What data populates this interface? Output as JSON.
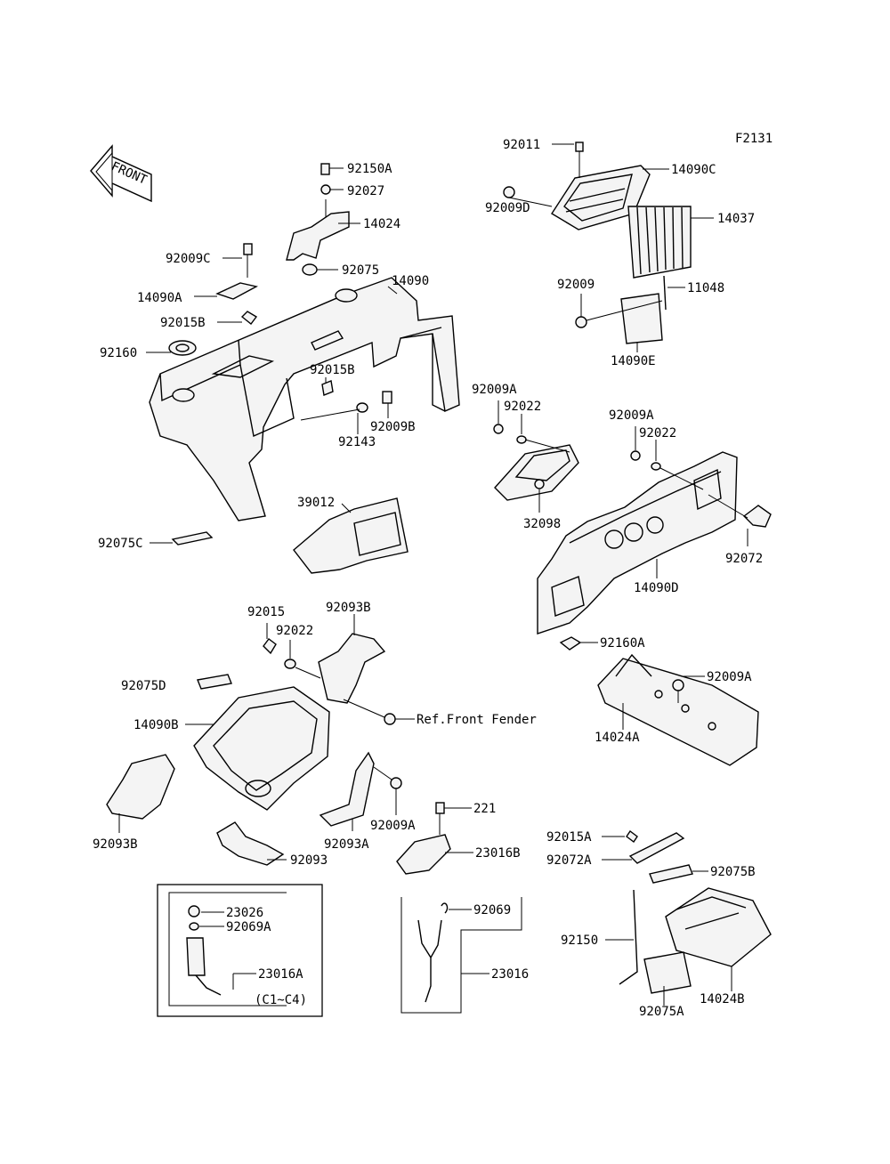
{
  "figure_code": "F2131",
  "front_arrow_text": "FRONT",
  "reference_text": "Ref.Front Fender",
  "variant_note": "(C1~C4)",
  "part_labels": [
    "92011",
    "14090C",
    "92009D",
    "14037",
    "92009",
    "11048",
    "14090E",
    "92150A",
    "92027",
    "14024",
    "92075",
    "14090",
    "92009C",
    "14090A",
    "92015B",
    "92160",
    "92015B",
    "92143",
    "92009B",
    "92009A",
    "92022",
    "32098",
    "92009A",
    "92022",
    "92072",
    "14090D",
    "92160A",
    "39012",
    "92075C",
    "92015",
    "92022",
    "92093B",
    "92075D",
    "14090B",
    "92009A",
    "14024A",
    "92093B",
    "92009A",
    "92093A",
    "92093",
    "221",
    "23016B",
    "92015A",
    "92072A",
    "92075B",
    "23026",
    "92069A",
    "23016A",
    "92069",
    "23016",
    "92150",
    "14024B",
    "92075A"
  ]
}
